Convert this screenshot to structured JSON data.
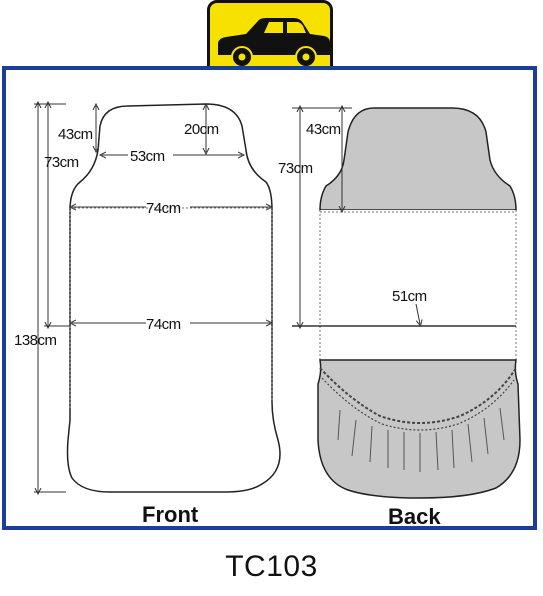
{
  "icon": {
    "name": "car-icon",
    "badge_color": "#f7e100"
  },
  "frame_color": "#1b3f98",
  "front": {
    "caption": "Front",
    "dims": {
      "d1": "43cm",
      "d2": "73cm",
      "d3": "138cm",
      "d4": "53cm",
      "d5": "20cm",
      "d6": "74cm",
      "d7": "74cm"
    }
  },
  "back": {
    "caption": "Back",
    "dims": {
      "d1": "43cm",
      "d2": "73cm",
      "d3": "51cm"
    }
  },
  "model": "TC103"
}
